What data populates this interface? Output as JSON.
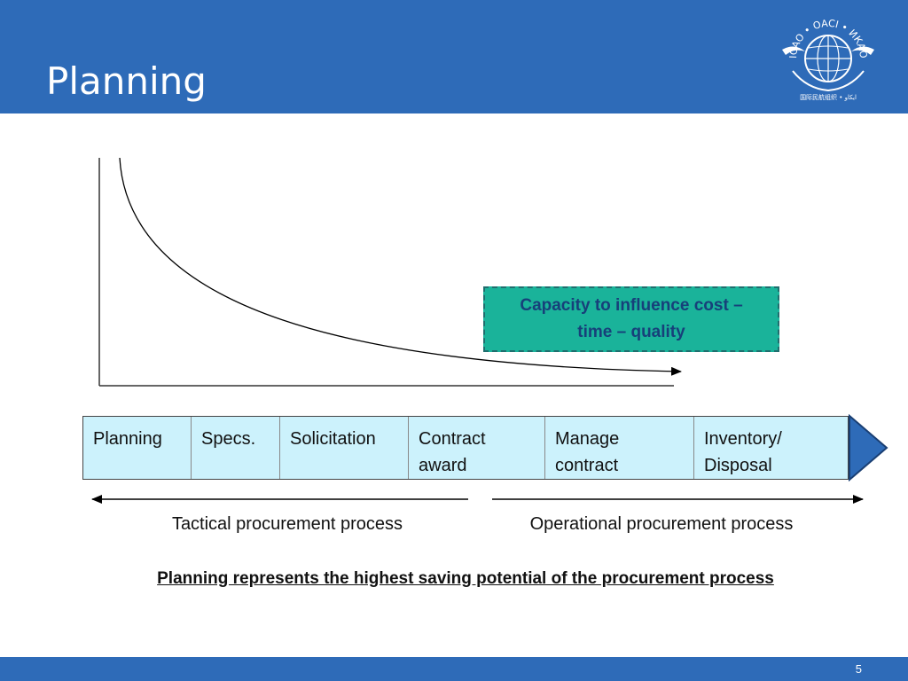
{
  "header": {
    "title": "Planning"
  },
  "logo": {
    "icon": "icao-emblem-icon",
    "ring_text": "ICAO • OACI • ИКАО",
    "bottom_text": "国际民航组织 • ايكاو"
  },
  "callout": {
    "line1": "Capacity to influence cost –",
    "line2": "time – quality"
  },
  "process": {
    "steps": [
      {
        "line1": "Planning",
        "line2": ""
      },
      {
        "line1": "Specs.",
        "line2": ""
      },
      {
        "line1": "Solicitation",
        "line2": ""
      },
      {
        "line1": "Contract",
        "line2": "award"
      },
      {
        "line1": "Manage",
        "line2": "contract"
      },
      {
        "line1": "Inventory/",
        "line2": "Disposal"
      }
    ]
  },
  "ranges": {
    "tactical": "Tactical procurement process",
    "operational": "Operational procurement process"
  },
  "conclusion": "Planning represents the highest saving potential of the procurement process",
  "footer": {
    "page_number": "5"
  },
  "colors": {
    "brand_blue": "#2e6bb8",
    "callout_fill": "#1ab39a",
    "callout_text": "#17407a",
    "table_fill": "#ccf2fc",
    "arrow_fill": "#2e6bb8"
  }
}
